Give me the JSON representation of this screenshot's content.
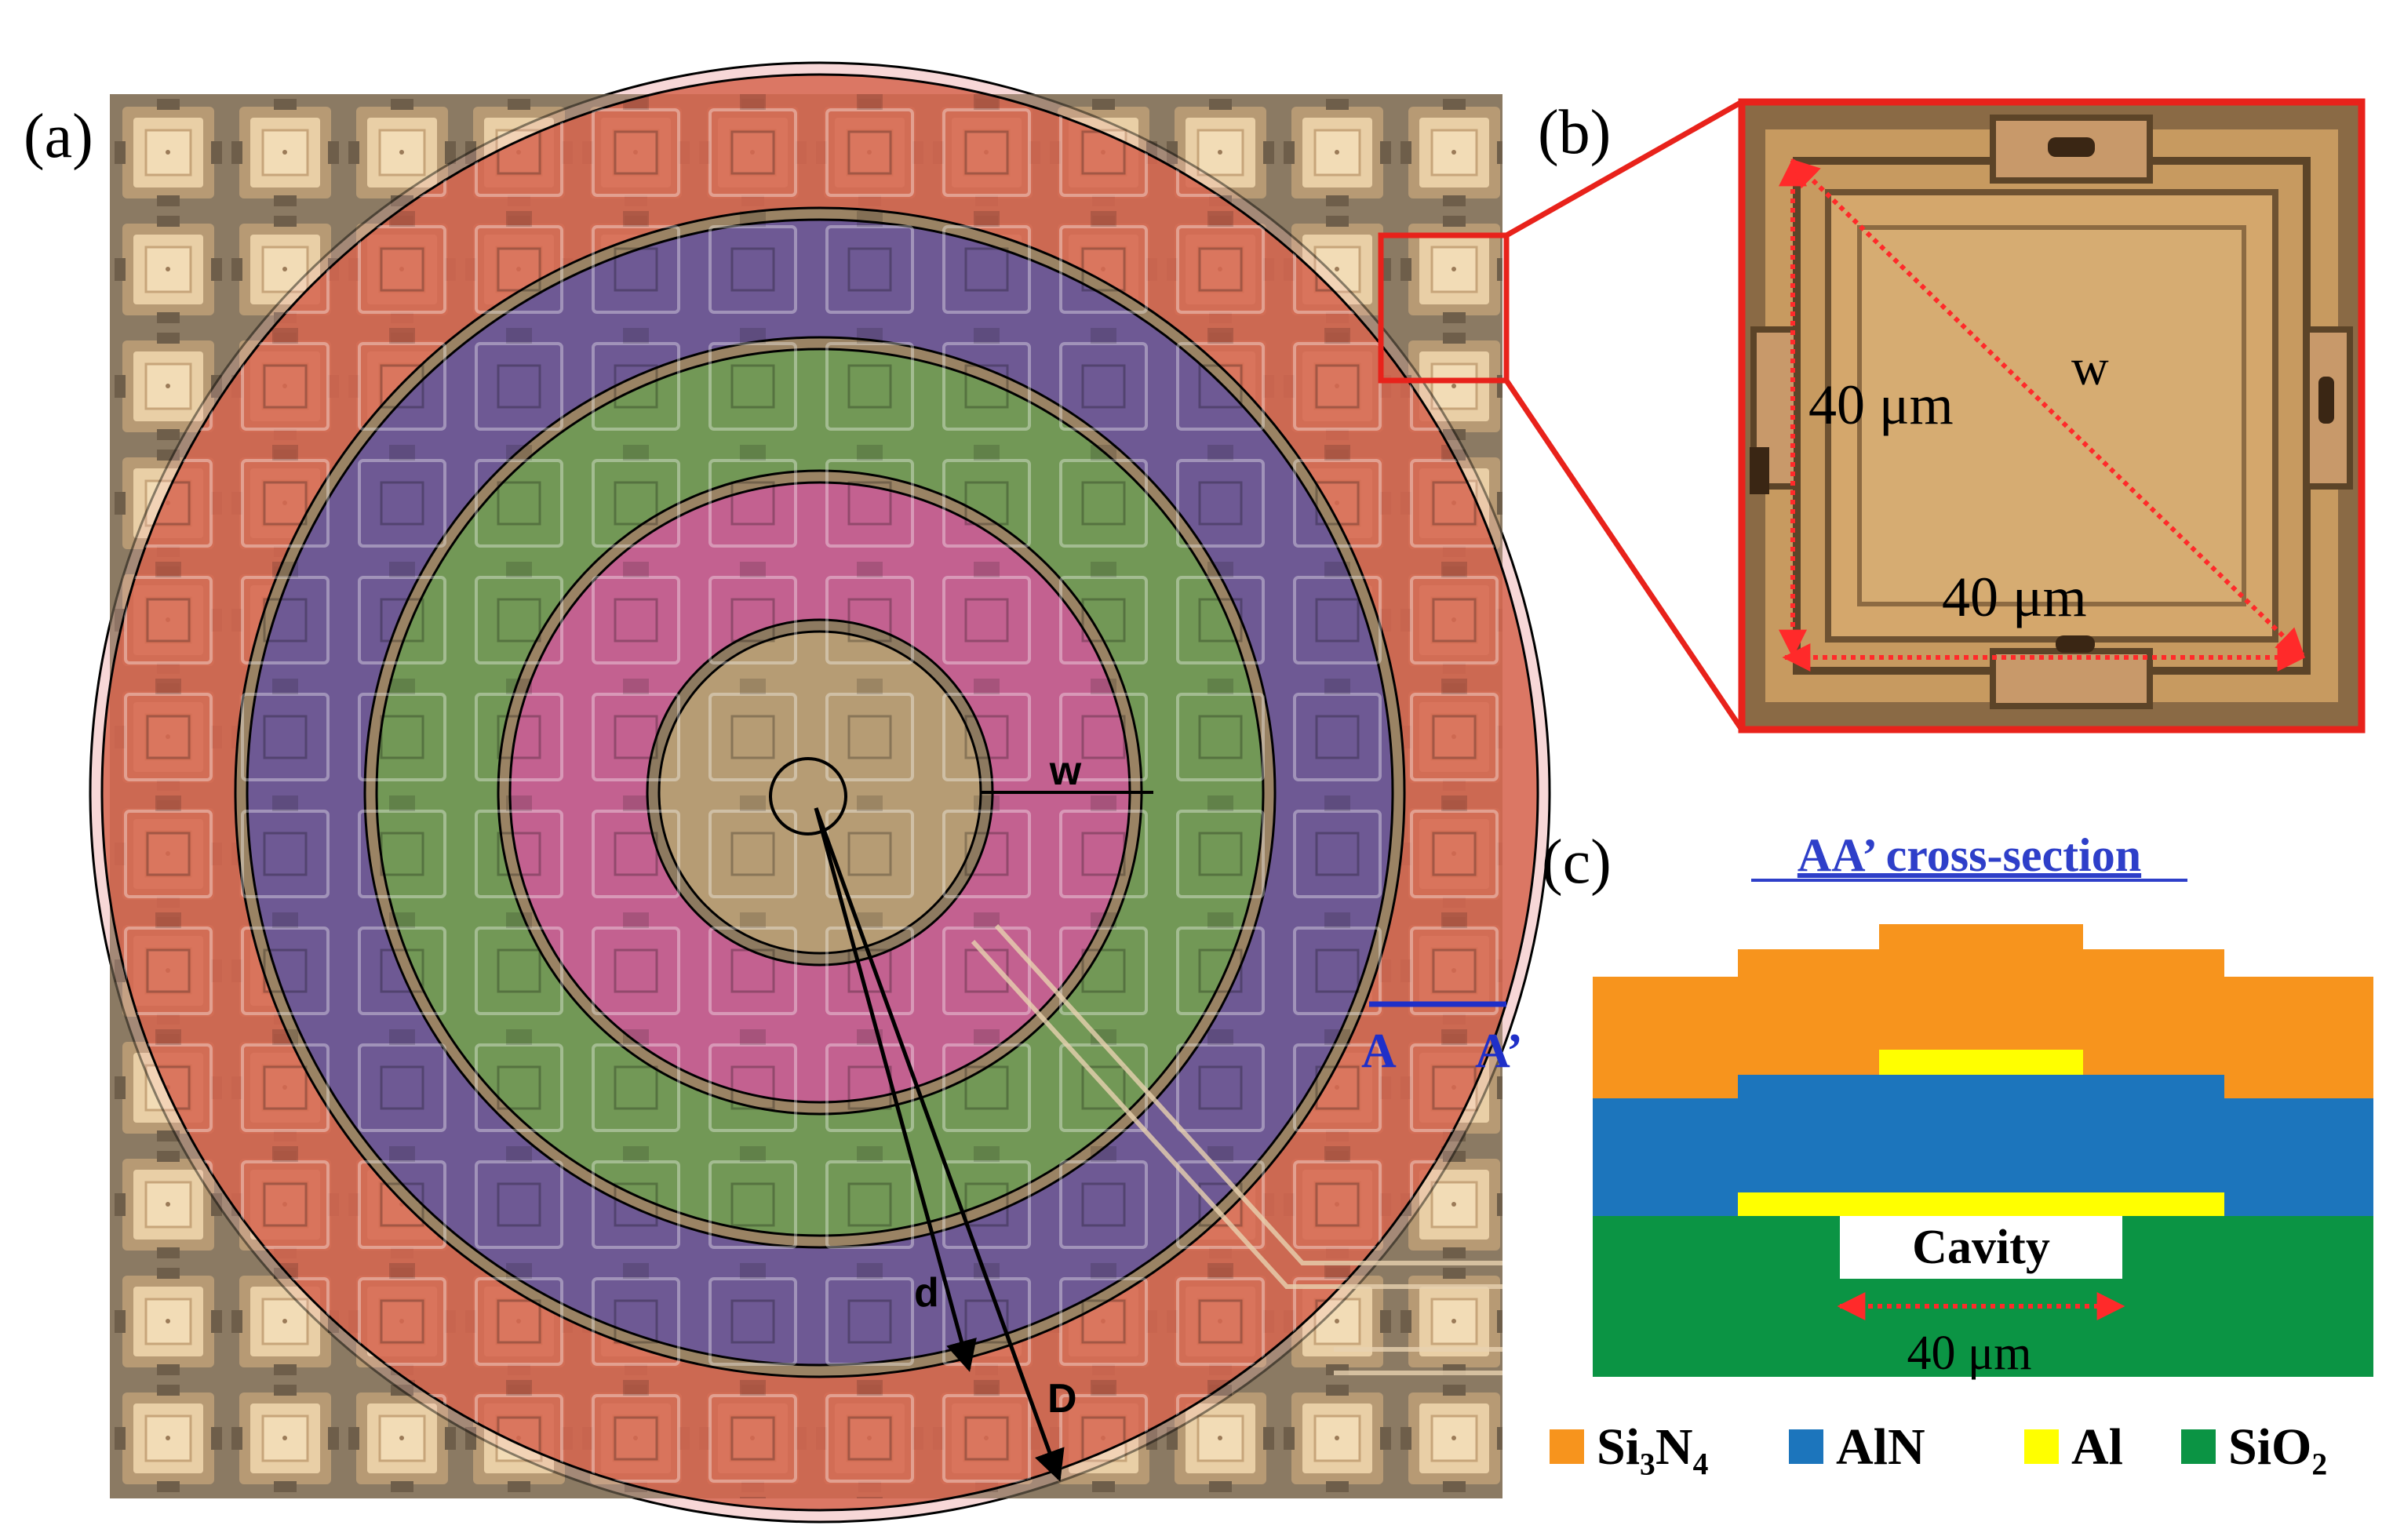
{
  "panel_a": {
    "label": "(a)",
    "dimension_labels": {
      "w": "w",
      "d": "d",
      "D": "D"
    },
    "section_marker": {
      "start": "A",
      "end": "A’"
    },
    "colors": {
      "background_tile": "#e8caa1",
      "substrate": "#8b7a63",
      "ring_outer": "#c84d3a",
      "ring_purple": "#5b4a8a",
      "ring_green": "#5e8c4a",
      "ring_pink": "#c0528c",
      "ring_core": "#a58b64",
      "halo": "#f0b6b6",
      "section_line": "#1f2fc8"
    }
  },
  "panel_b": {
    "label": "(b)",
    "width_label": "w",
    "side_label": "40 μm",
    "bottom_label": "40 μm",
    "border_color": "#e8221b",
    "arrow_color": "#ff3030"
  },
  "panel_c": {
    "label": "(c)",
    "title": "AA’ cross-section",
    "cavity_label": "Cavity",
    "cavity_width_label": "40 μm",
    "legend": [
      {
        "name": "Si3N4",
        "display": "Si₃N₄",
        "color": "#f7941d"
      },
      {
        "name": "AlN",
        "display": "AlN",
        "color": "#1c75bc"
      },
      {
        "name": "Al",
        "display": "Al",
        "color": "#ffff00"
      },
      {
        "name": "SiO2",
        "display": "SiO₂",
        "color": "#0b9444"
      }
    ],
    "title_color": "#2e3fc9"
  }
}
